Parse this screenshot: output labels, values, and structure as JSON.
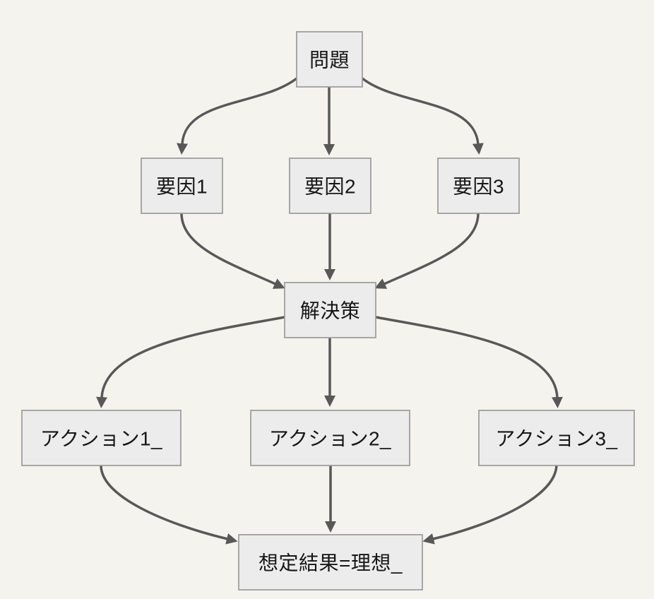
{
  "diagram": {
    "type": "flowchart-top-down",
    "background_color": "#f5f3ee",
    "node_fill_color": "#ececec",
    "node_border_color": "#9a9a9a",
    "arrow_color": "#585858",
    "text_color": "#161616",
    "nodes": [
      {
        "id": "problem",
        "label": "問題"
      },
      {
        "id": "factor-1",
        "label": "要因1"
      },
      {
        "id": "factor-2",
        "label": "要因2"
      },
      {
        "id": "factor-3",
        "label": "要因3"
      },
      {
        "id": "solution",
        "label": "解決策"
      },
      {
        "id": "action-1",
        "label": "アクション1_"
      },
      {
        "id": "action-2",
        "label": "アクション2_"
      },
      {
        "id": "action-3",
        "label": "アクション3_"
      },
      {
        "id": "expected-result",
        "label": "想定結果=理想_"
      }
    ],
    "edges": [
      {
        "from": "problem",
        "to": "factor-1"
      },
      {
        "from": "problem",
        "to": "factor-2"
      },
      {
        "from": "problem",
        "to": "factor-3"
      },
      {
        "from": "factor-1",
        "to": "solution"
      },
      {
        "from": "factor-2",
        "to": "solution"
      },
      {
        "from": "factor-3",
        "to": "solution"
      },
      {
        "from": "solution",
        "to": "action-1"
      },
      {
        "from": "solution",
        "to": "action-2"
      },
      {
        "from": "solution",
        "to": "action-3"
      },
      {
        "from": "action-1",
        "to": "expected-result"
      },
      {
        "from": "action-2",
        "to": "expected-result"
      },
      {
        "from": "action-3",
        "to": "expected-result"
      }
    ]
  }
}
